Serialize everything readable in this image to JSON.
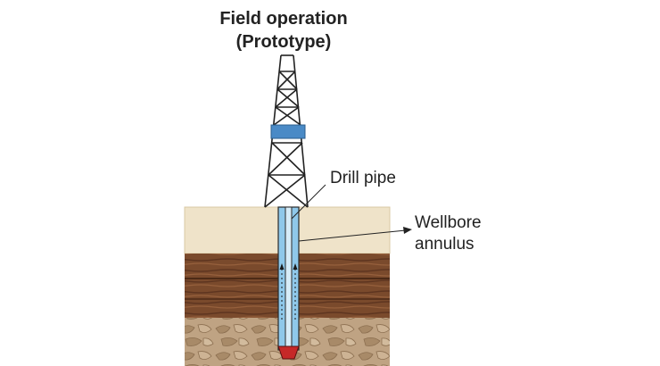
{
  "title": {
    "line1": "Field operation",
    "line2": "(Prototype)"
  },
  "labels": {
    "drill_pipe": "Drill pipe",
    "wellbore_line1": "Wellbore",
    "wellbore_line2": "annulus"
  },
  "colors": {
    "sand_layer": "#efe3c9",
    "wood_layer": "#7a4a2c",
    "rock_layer": "#b99c7b",
    "pipe_blue": "#8fc8ea",
    "derrick_band": "#4a8ac6",
    "drill_bit": "#c62828"
  }
}
